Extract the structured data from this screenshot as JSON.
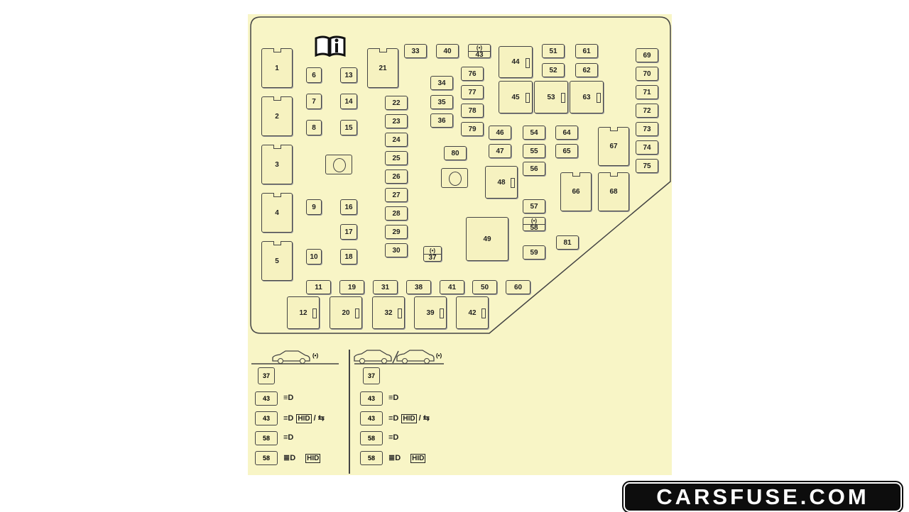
{
  "fuses": [
    "1",
    "2",
    "3",
    "4",
    "5",
    "6",
    "7",
    "8",
    "9",
    "10",
    "11",
    "12",
    "13",
    "14",
    "15",
    "16",
    "17",
    "18",
    "19",
    "20",
    "21",
    "22",
    "23",
    "24",
    "25",
    "26",
    "27",
    "28",
    "29",
    "30",
    "31",
    "32",
    "33",
    "34",
    "35",
    "36",
    "37",
    "38",
    "39",
    "40",
    "41",
    "42",
    "43",
    "44",
    "45",
    "46",
    "47",
    "48",
    "49",
    "50",
    "51",
    "52",
    "53",
    "54",
    "55",
    "56",
    "57",
    "58",
    "59",
    "60",
    "61",
    "62",
    "63",
    "64",
    "65",
    "66",
    "67",
    "68",
    "69",
    "70",
    "71",
    "72",
    "73",
    "74",
    "75",
    "76",
    "77",
    "78",
    "79",
    "80",
    "81"
  ],
  "variant_marker": "(•)",
  "legend": {
    "left_title": "(•)",
    "right_title": "(•)",
    "left": [
      {
        "fuse": "37",
        "lamp": "",
        "hid": ""
      },
      {
        "fuse": "43",
        "lamp": "≡D",
        "hid": ""
      },
      {
        "fuse": "43",
        "lamp": "≡D",
        "hid": "HID",
        "extra": "/ ⇆"
      },
      {
        "fuse": "58",
        "lamp": "≡D",
        "hid": ""
      },
      {
        "fuse": "58",
        "lamp": "≣D",
        "hid": "HID"
      }
    ],
    "right": [
      {
        "fuse": "37",
        "lamp": "",
        "hid": ""
      },
      {
        "fuse": "43",
        "lamp": "≡D",
        "hid": ""
      },
      {
        "fuse": "43",
        "lamp": "≡D",
        "hid": "HID",
        "extra": "/ ⇆"
      },
      {
        "fuse": "58",
        "lamp": "≡D",
        "hid": ""
      },
      {
        "fuse": "58",
        "lamp": "≣D",
        "hid": "HID"
      }
    ]
  },
  "watermark": "CARSFUSE.COM",
  "colors": {
    "panel": "#f8f5c6",
    "line": "#444444"
  }
}
